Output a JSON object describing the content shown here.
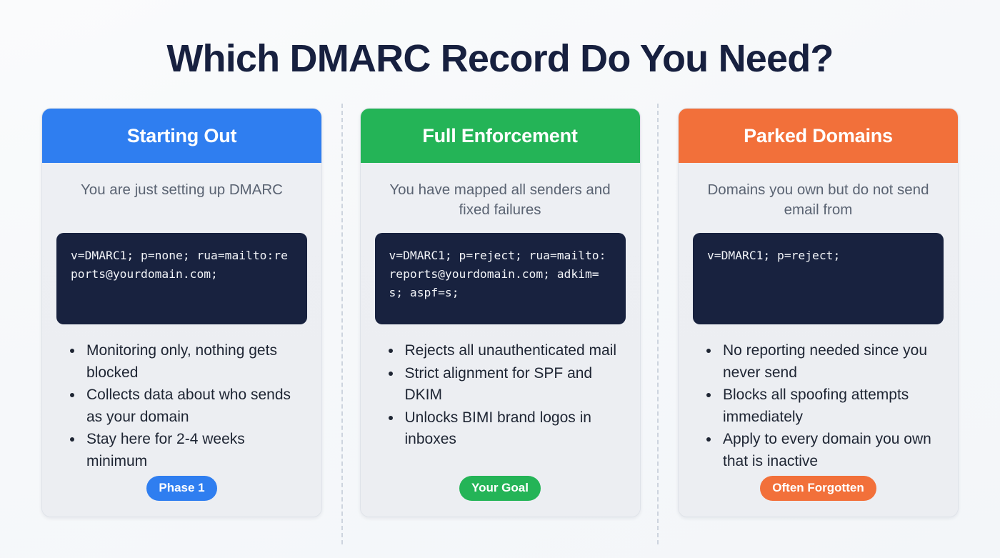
{
  "page": {
    "title": "Which DMARC Record Do You Need?",
    "background_color": "#f8fafc",
    "title_color": "#17203f"
  },
  "colors": {
    "blue": "#2f7ef0",
    "green": "#24b457",
    "orange": "#f2703a",
    "code_background": "#18223f",
    "card_background": "#eceff3",
    "divider": "#cdd4de"
  },
  "cards": [
    {
      "header": "Starting Out",
      "accent": "#2f7ef0",
      "accent_name": "blue",
      "subtitle": "You are just setting up DMARC",
      "code": "v=DMARC1; p=none; rua=mailto:reports@yourdomain.com;",
      "bullets": [
        "Monitoring only, nothing gets blocked",
        "Collects data about who sends as your domain",
        "Stay here for 2-4 weeks minimum"
      ],
      "badge": "Phase 1"
    },
    {
      "header": "Full Enforcement",
      "accent": "#24b457",
      "accent_name": "green",
      "subtitle": "You have mapped all senders and fixed failures",
      "code": "v=DMARC1; p=reject; rua=mailto:reports@yourdomain.com; adkim=s; aspf=s;",
      "bullets": [
        "Rejects all unauthenticated mail",
        "Strict alignment for SPF and DKIM",
        "Unlocks BIMI brand logos in inboxes"
      ],
      "badge": "Your Goal"
    },
    {
      "header": "Parked Domains",
      "accent": "#f2703a",
      "accent_name": "orange",
      "subtitle": "Domains you own but do not send email from",
      "code": "v=DMARC1; p=reject;",
      "bullets": [
        "No reporting needed since you never send",
        "Blocks all spoofing attempts immediately",
        "Apply to every domain you own that is inactive"
      ],
      "badge": "Often Forgotten"
    }
  ]
}
